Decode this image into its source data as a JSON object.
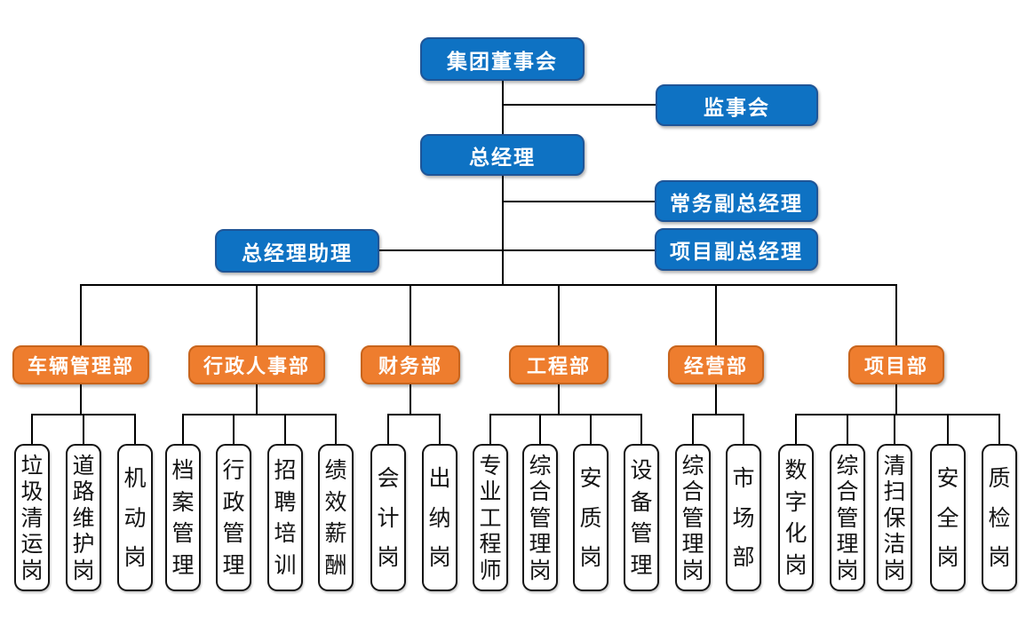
{
  "colors": {
    "box_blue": "#0e72c3",
    "box_blue_border": "#1f5597",
    "box_orange": "#ee7d2e",
    "box_orange_border": "#c8641c",
    "leaf_border": "#141414",
    "line": "#000000"
  },
  "org": {
    "board": {
      "label": "集团董事会"
    },
    "supervisory_board": {
      "label": "监事会"
    },
    "general_manager": {
      "label": "总经理"
    },
    "executive_deputy_gm": {
      "label": "常务副总经理"
    },
    "gm_assistant": {
      "label": "总经理助理"
    },
    "project_deputy_gm": {
      "label": "项目副总经理"
    },
    "departments": [
      {
        "label": "车辆管理部",
        "children": [
          "垃圾清运岗",
          "道路维护岗",
          "机动岗"
        ]
      },
      {
        "label": "行政人事部",
        "children": [
          "档案管理",
          "行政管理",
          "招聘培训",
          "绩效薪酬"
        ]
      },
      {
        "label": "财务部",
        "children": [
          "会计岗",
          "出纳岗"
        ]
      },
      {
        "label": "工程部",
        "children": [
          "专业工程师",
          "综合管理岗",
          "安质岗",
          "设备管理"
        ]
      },
      {
        "label": "经营部",
        "children": [
          "综合管理岗",
          "市场部"
        ]
      },
      {
        "label": "项目部",
        "children": [
          "数字化岗",
          "综合管理岗",
          "清扫保洁岗",
          "安全岗",
          "质检岗"
        ]
      }
    ]
  }
}
